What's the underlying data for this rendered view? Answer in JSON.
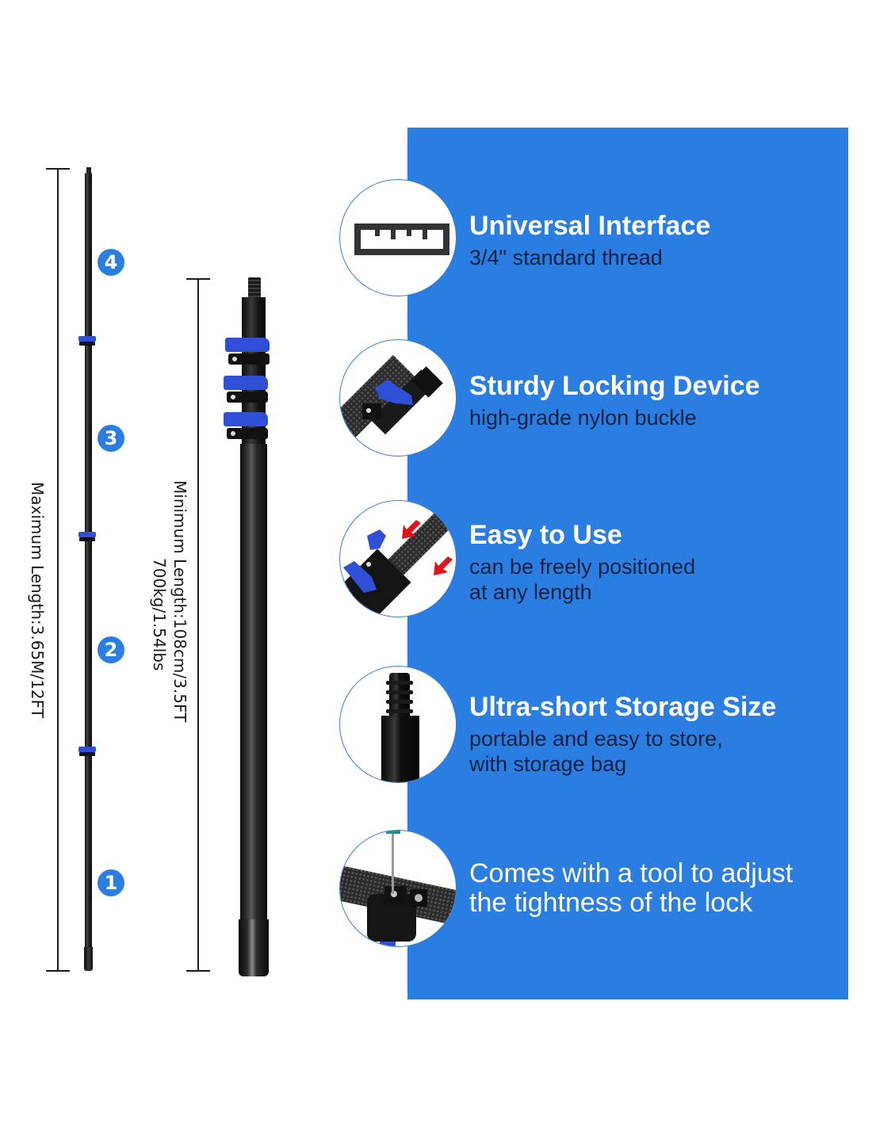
{
  "colors": {
    "panel_blue": "#2a7de1",
    "title_white": "#ffffff",
    "desc_dark": "#0f2140",
    "clamp_blue": "#2f4fd6",
    "arrow_red": "#e0131a"
  },
  "dimensions": {
    "maximum_length": "Maximum Length:3.65M/12FT",
    "minimum_length": "Minimum Length:108cm/3.5FT",
    "load": "700kg/1.54lbs"
  },
  "section_badges": [
    "4",
    "3",
    "2",
    "1"
  ],
  "features": [
    {
      "icon": "ruler-icon",
      "title": "Universal Interface",
      "description": [
        "3/4\" standard thread"
      ]
    },
    {
      "icon": "locking-clamp-photo",
      "title": "Sturdy Locking Device",
      "description": [
        "high-grade nylon buckle"
      ]
    },
    {
      "icon": "press-clamp-arrows-photo",
      "title": "Easy to Use",
      "description": [
        "can be freely positioned",
        "at any length"
      ]
    },
    {
      "icon": "threaded-tip-photo",
      "title": "Ultra-short Storage Size",
      "description": [
        "portable and easy to store,",
        "with storage bag"
      ]
    },
    {
      "icon": "screwdriver-clamp-photo",
      "title": "",
      "description": [
        "Comes with a tool to adjust",
        "the tightness of the lock"
      ]
    }
  ]
}
